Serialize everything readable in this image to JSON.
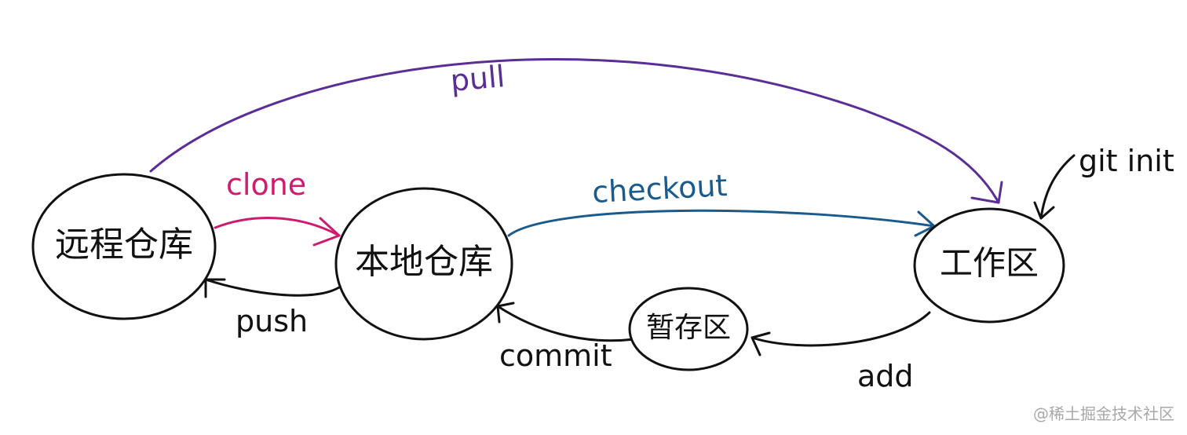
{
  "colors": {
    "node": "#111111",
    "pull": "#5a2e96",
    "clone": "#cf1b6e",
    "checkout": "#1a5a8c",
    "default": "#111111",
    "watermark": "#a8a8a8"
  },
  "nodes": {
    "remote": "远程仓库",
    "local": "本地仓库",
    "staging": "暂存区",
    "workspace": "工作区"
  },
  "edges": {
    "pull": "pull",
    "clone": "clone",
    "checkout": "checkout",
    "push": "push",
    "commit": "commit",
    "add": "add",
    "git_init": "git init"
  },
  "watermark": "@稀土掘金技术社区"
}
